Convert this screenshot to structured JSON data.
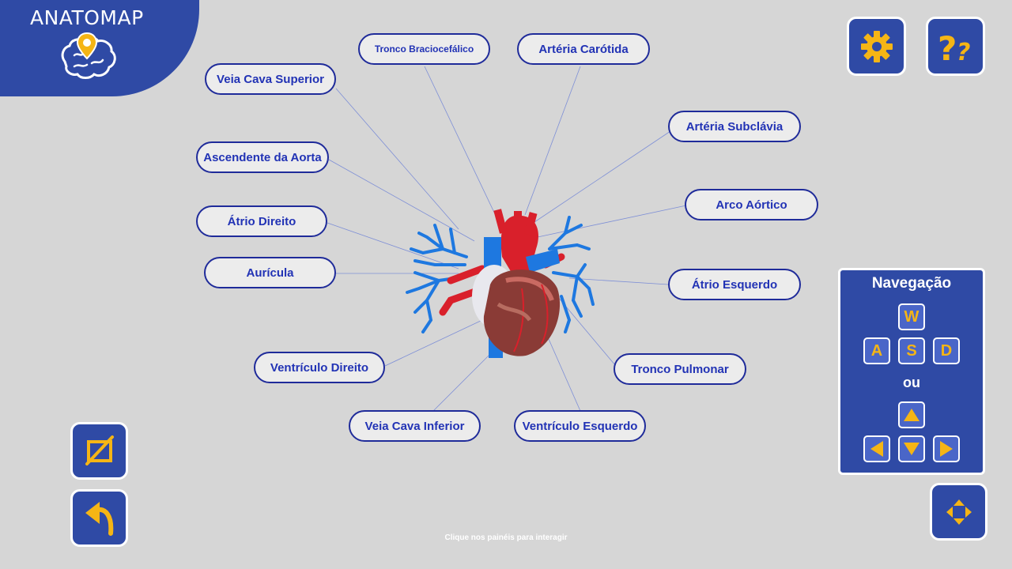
{
  "logo": {
    "title": "ANATOMAP"
  },
  "labels": {
    "tronco_braquiocefalico": "Tronco Braciocefálico",
    "arteria_carotida": "Artéria Carótida",
    "veia_cava_superior": "Veia Cava Superior",
    "arteria_subclavia": "Artéria Subclávia",
    "ascendente_aorta": "Ascendente da Aorta",
    "arco_aortico": "Arco Aórtico",
    "atrio_direito": "Átrio Direito",
    "auricula": "Aurícula",
    "atrio_esquerdo": "Átrio Esquerdo",
    "ventriculo_direito": "Ventrículo Direito",
    "tronco_pulmonar": "Tronco Pulmonar",
    "veia_cava_inferior": "Veia Cava Inferior",
    "ventriculo_esquerdo": "Ventrículo Esquerdo"
  },
  "navigation": {
    "title": "Navegação",
    "or_label": "ou",
    "keys": {
      "w": "W",
      "a": "A",
      "s": "S",
      "d": "D"
    }
  },
  "hint": "Clique nos painéis para interagir",
  "colors": {
    "accent": "#2f4aa5",
    "highlight": "#f5b515",
    "label_text": "#2233b5"
  }
}
